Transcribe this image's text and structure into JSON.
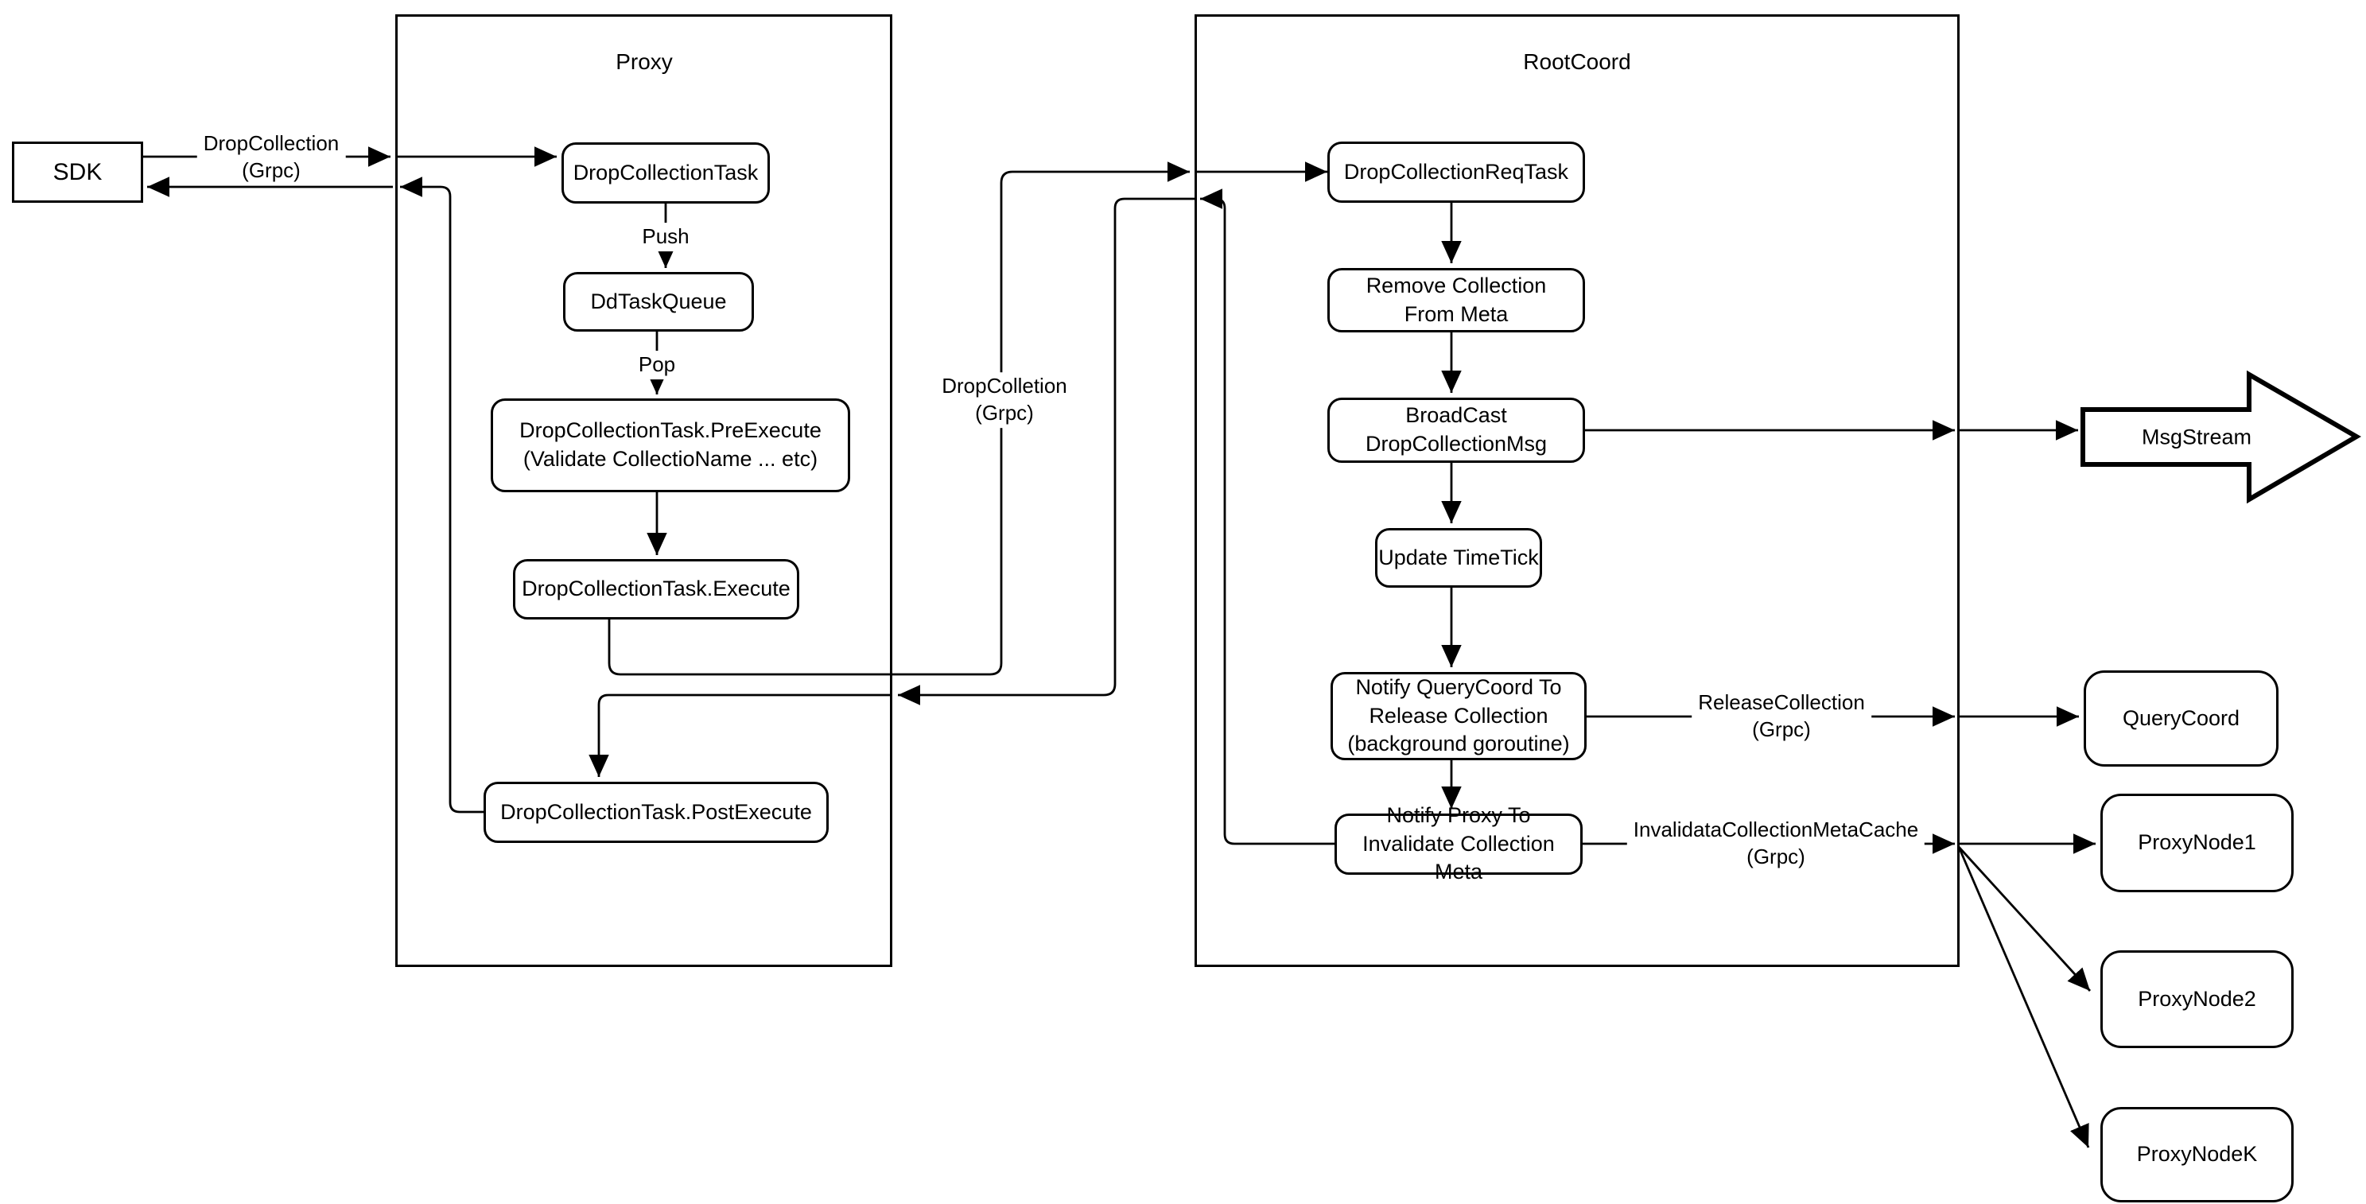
{
  "sdk": {
    "label": "SDK"
  },
  "proxy": {
    "title": "Proxy",
    "drop_collection_task": "DropCollectionTask",
    "push": "Push",
    "dd_task_queue": "DdTaskQueue",
    "pop": "Pop",
    "pre_execute": {
      "line1": "DropCollectionTask.PreExecute",
      "line2": "(Validate CollectioName ... etc)"
    },
    "execute": "DropCollectionTask.Execute",
    "post_execute": "DropCollectionTask.PostExecute"
  },
  "rootcoord": {
    "title": "RootCoord",
    "req_task": "DropCollectionReqTask",
    "remove_collection": {
      "line1": "Remove Collection",
      "line2": "From Meta"
    },
    "broadcast": {
      "line1": "BroadCast",
      "line2": "DropCollectionMsg"
    },
    "update_timetick": "Update TimeTick",
    "notify_querycoord": {
      "line1": "Notify QueryCoord To",
      "line2": "Release Collection",
      "line3": "(background goroutine)"
    },
    "notify_proxy": {
      "line1": "Notify Proxy To",
      "line2": "Invalidate Collection Meta"
    }
  },
  "edge_labels": {
    "sdk_to_proxy": {
      "line1": "DropCollection",
      "line2": "(Grpc)"
    },
    "proxy_to_rootcoord": {
      "line1": "DropColletion",
      "line2": "(Grpc)"
    },
    "release_collection": {
      "line1": "ReleaseCollection",
      "line2": "(Grpc)"
    },
    "invalidate_cache": {
      "line1": "InvalidataCollectionMetaCache",
      "line2": "(Grpc)"
    }
  },
  "external": {
    "msg_stream": "MsgStream",
    "query_coord": "QueryCoord",
    "proxy_node_1": "ProxyNode1",
    "proxy_node_2": "ProxyNode2",
    "proxy_node_k": "ProxyNodeK"
  },
  "colors": {
    "stroke": "#000000",
    "background": "#ffffff"
  }
}
